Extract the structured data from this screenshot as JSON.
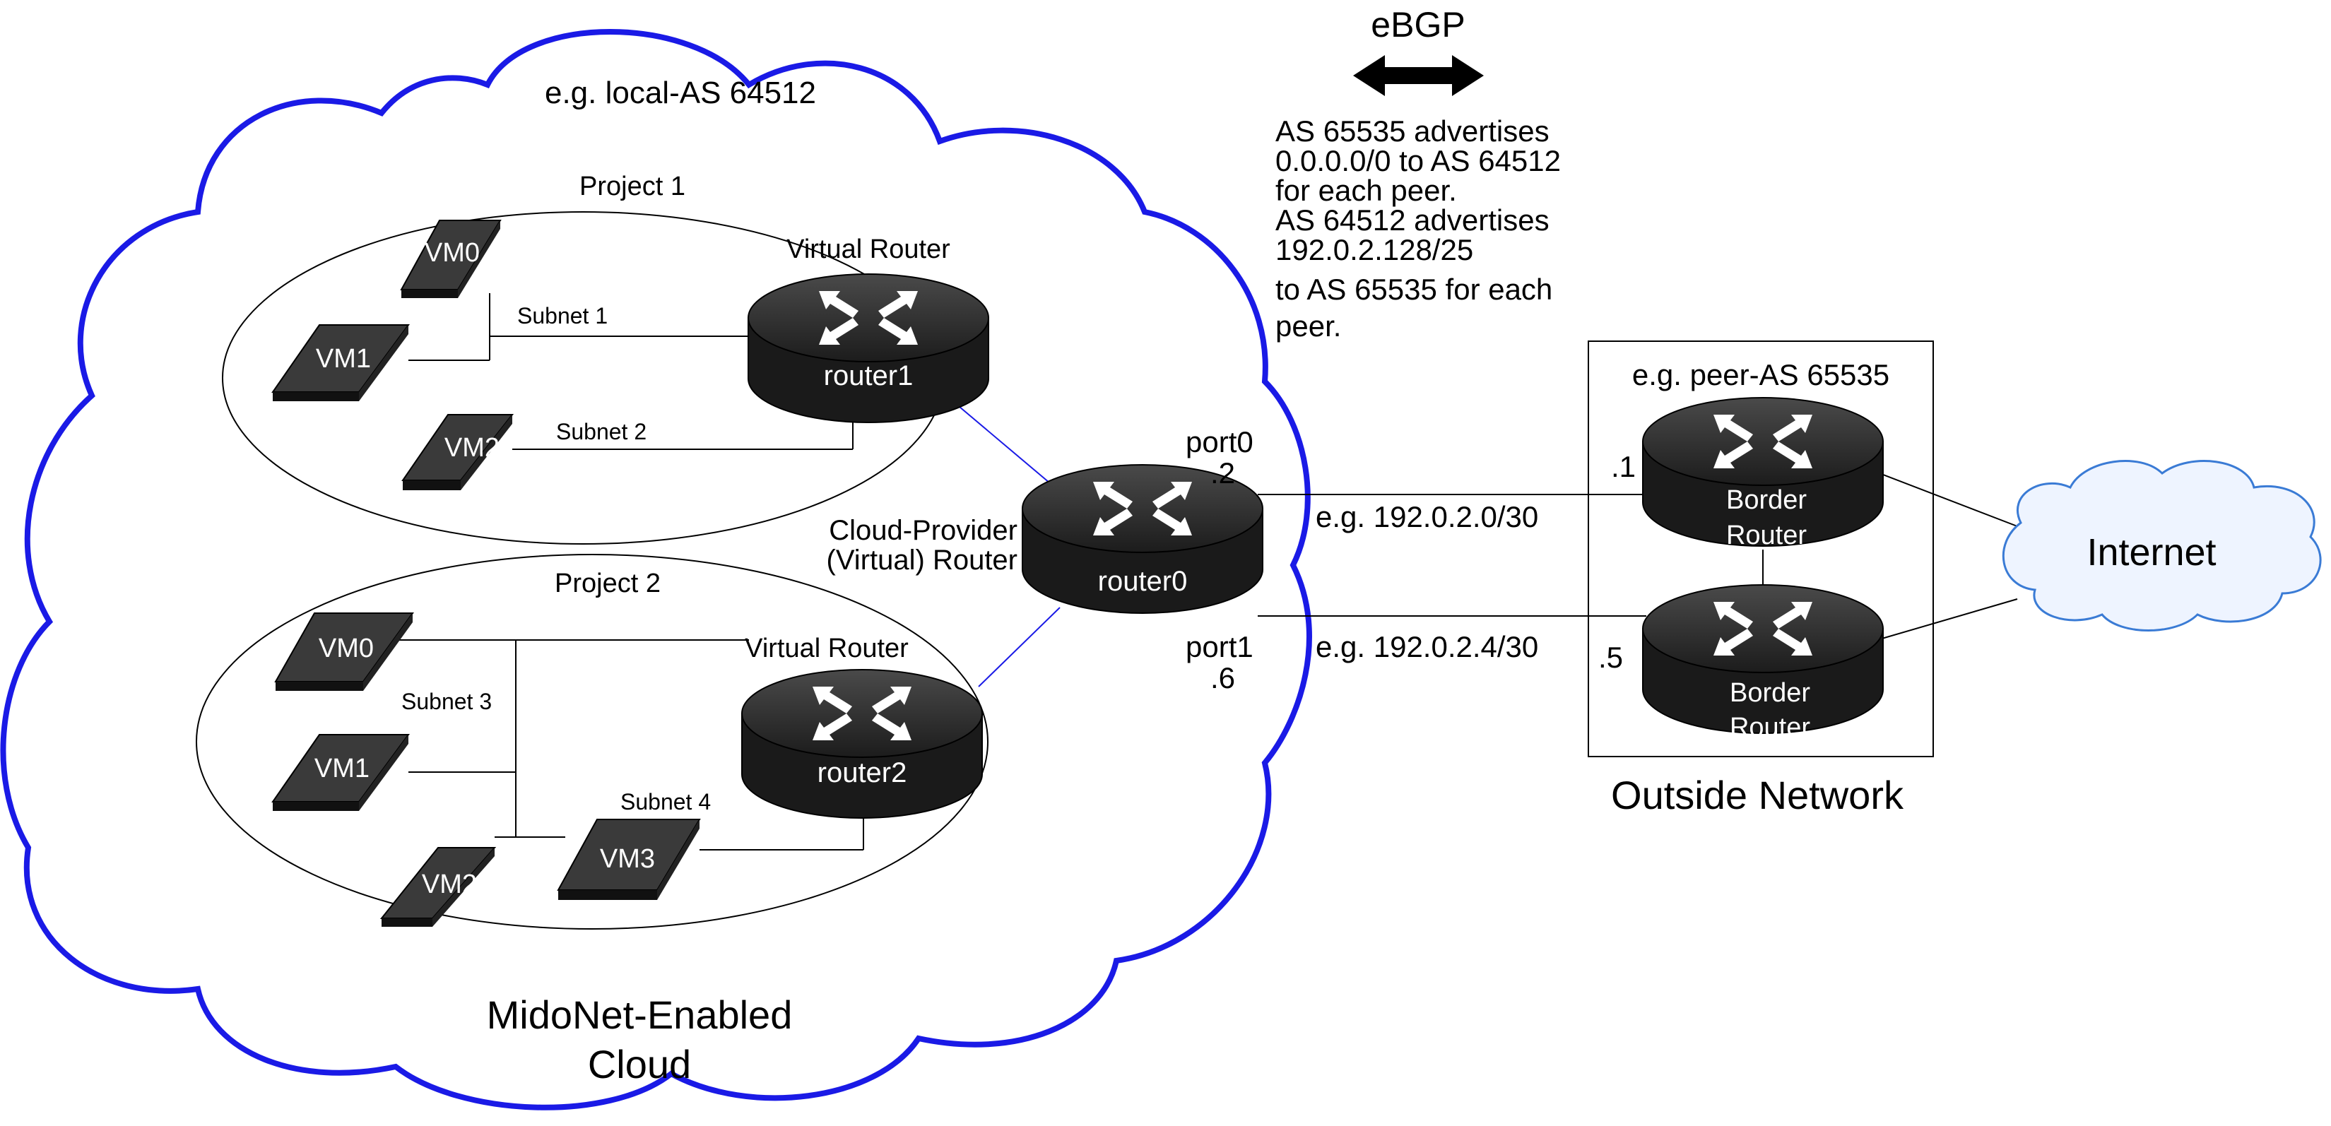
{
  "cloud": {
    "as_label": "e.g. local-AS 64512",
    "name_line1": "MidoNet-Enabled",
    "name_line2": "Cloud"
  },
  "project1": {
    "title": "Project 1",
    "router_title": "Virtual Router",
    "router_name": "router1",
    "vm0": "VM0",
    "vm1": "VM1",
    "vm2": "VM2",
    "subnet1": "Subnet 1",
    "subnet2": "Subnet 2"
  },
  "project2": {
    "title": "Project 2",
    "router_title": "Virtual Router",
    "router_name": "router2",
    "vm0": "VM0",
    "vm1": "VM1",
    "vm2": "VM2",
    "vm3": "VM3",
    "subnet3": "Subnet 3",
    "subnet4": "Subnet 4"
  },
  "provider": {
    "label_line1": "Cloud-Provider",
    "label_line2": "(Virtual) Router",
    "router_name": "router0",
    "port0": "port0",
    "port0_ip": ".2",
    "port1": "port1",
    "port1_ip": ".6"
  },
  "bgp": {
    "title": "eBGP",
    "notes": [
      "AS 65535 advertises",
      "0.0.0.0/0 to AS 64512",
      "for each peer.",
      "AS 64512 advertises",
      "192.0.2.128/25",
      "to AS 65535 for each",
      "peer."
    ]
  },
  "links": {
    "subnet_a": "e.g. 192.0.2.0/30",
    "subnet_b": "e.g. 192.0.2.4/30"
  },
  "outside": {
    "as_label": "e.g. peer-AS 65535",
    "border1_line1": "Border",
    "border1_line2": "Router",
    "border1_ip": ".1",
    "border2_line1": "Border",
    "border2_line2": "Router",
    "border2_ip": ".5",
    "caption": "Outside Network"
  },
  "internet": {
    "label": "Internet"
  },
  "colors": {
    "cloud_outline": "#1a1ae6",
    "device_dark": "#1a1a1a",
    "line": "#000000",
    "link_blue": "#1a1ae6",
    "internet_outline": "#3a7bd5",
    "internet_fill": "#eef4ff"
  }
}
